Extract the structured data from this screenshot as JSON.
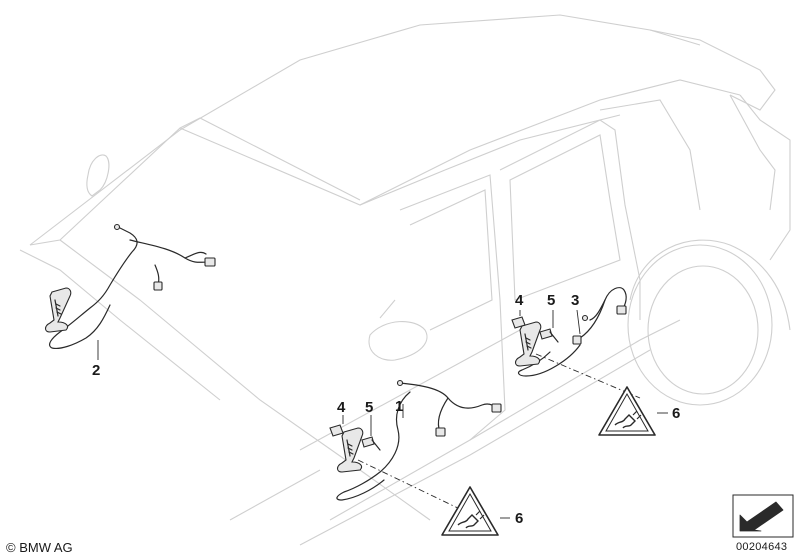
{
  "diagram": {
    "callouts": [
      {
        "id": "c1",
        "label": "1"
      },
      {
        "id": "c2",
        "label": "2"
      },
      {
        "id": "c3",
        "label": "3"
      },
      {
        "id": "c4a",
        "label": "4"
      },
      {
        "id": "c4b",
        "label": "4"
      },
      {
        "id": "c5a",
        "label": "5"
      },
      {
        "id": "c5b",
        "label": "5"
      },
      {
        "id": "c6a",
        "label": "6"
      },
      {
        "id": "c6b",
        "label": "6"
      }
    ],
    "warning_symbol": "electrical-hazard-triangle-icon",
    "copyright": "© BMW AG",
    "document_number": "00204643"
  },
  "colors": {
    "line": "#2a2a2a",
    "vehicle_outline": "#cfcfcf",
    "background": "#ffffff"
  }
}
